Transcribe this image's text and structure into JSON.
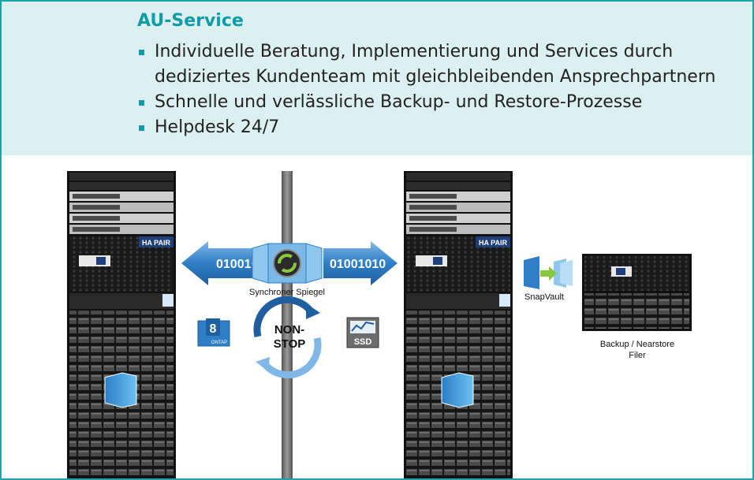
{
  "header": {
    "title": "AU-Service",
    "bullets": [
      "Individuelle Beratung, Implementierung und Services durch dediziertes Kundenteam mit gleichbleibenden Ansprechpartnern",
      "Schnelle und verlässliche Backup- und Restore-Prozesse",
      "Helpdesk 24/7"
    ]
  },
  "diagram": {
    "ha_pair_label": "HA PAIR",
    "binary_left": "01001010",
    "binary_right": "01001010",
    "mirror_label": "Synchroner Spiegel",
    "nonstop_line1": "NON-",
    "nonstop_line2": "STOP",
    "ontap_number": "8",
    "ontap_label": "ONTAP",
    "ssd_label": "SSD",
    "snapvault_label": "SnapVault",
    "backup_label_line1": "Backup / Nearstore",
    "backup_label_line2": "Filer"
  },
  "colors": {
    "accent": "#119aa8",
    "header_bg": "#dcf0f0",
    "arrow_blue": "#3f8fd0",
    "rack_dark": "#1b1b1b",
    "pair_badge": "#1e3f7a"
  }
}
